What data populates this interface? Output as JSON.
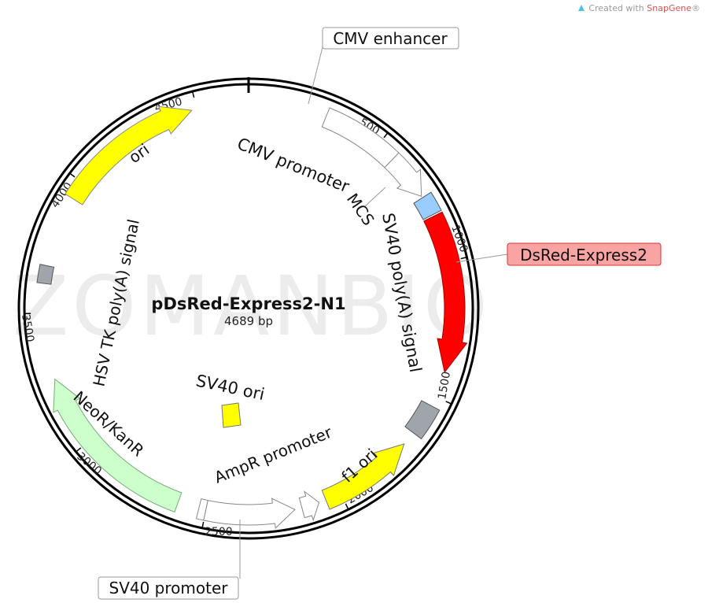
{
  "credit": {
    "prefix": "Created with ",
    "brand": "SnapGene",
    "mark": "®"
  },
  "watermark": "ZOMANBIO",
  "plasmid": {
    "name": "pDsRed-Express2-N1",
    "length_label": "4689 bp"
  },
  "ticks": [
    "500",
    "1000",
    "1500",
    "2000",
    "2500",
    "3000",
    "3500",
    "4000",
    "4500"
  ],
  "features": {
    "cmv_enhancer": "CMV enhancer",
    "cmv_promoter": "CMV promoter",
    "mcs": "MCS",
    "dsred": "DsRed-Express2",
    "sv40_polya": "SV40 poly(A) signal",
    "f1_ori": "f1 ori",
    "ampr_promoter": "AmpR promoter",
    "sv40_promoter": "SV40 promoter",
    "neor": "NeoR/KanR",
    "hsv_tk_polya": "HSV TK poly(A) signal",
    "ori": "ori",
    "sv40_ori": "SV40 ori"
  },
  "colors": {
    "dsred": "#ff0000",
    "dsred_label_bg": "#f9a3a3",
    "ori": "#ffff00",
    "neor": "#ccffcc",
    "mcs": "#99ccff",
    "polya": "#a0a4ab",
    "promoter": "#ffffff"
  }
}
